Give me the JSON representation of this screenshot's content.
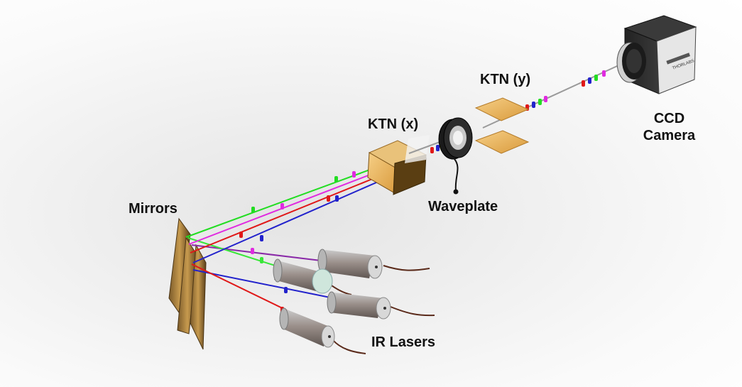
{
  "labels": {
    "mirrors": "Mirrors",
    "ktn_x": "KTN (x)",
    "ktn_y": "KTN (y)",
    "waveplate": "Waveplate",
    "ccd_line1": "CCD",
    "ccd_line2": "Camera",
    "ir_lasers": "IR Lasers"
  },
  "beam_colors": {
    "green": "#22dd22",
    "magenta": "#e02ae0",
    "red": "#e01818",
    "blue": "#2222cc",
    "purple": "#8a2aa8",
    "lightgreen": "#39e639"
  },
  "camera_brand": "THORLABS"
}
